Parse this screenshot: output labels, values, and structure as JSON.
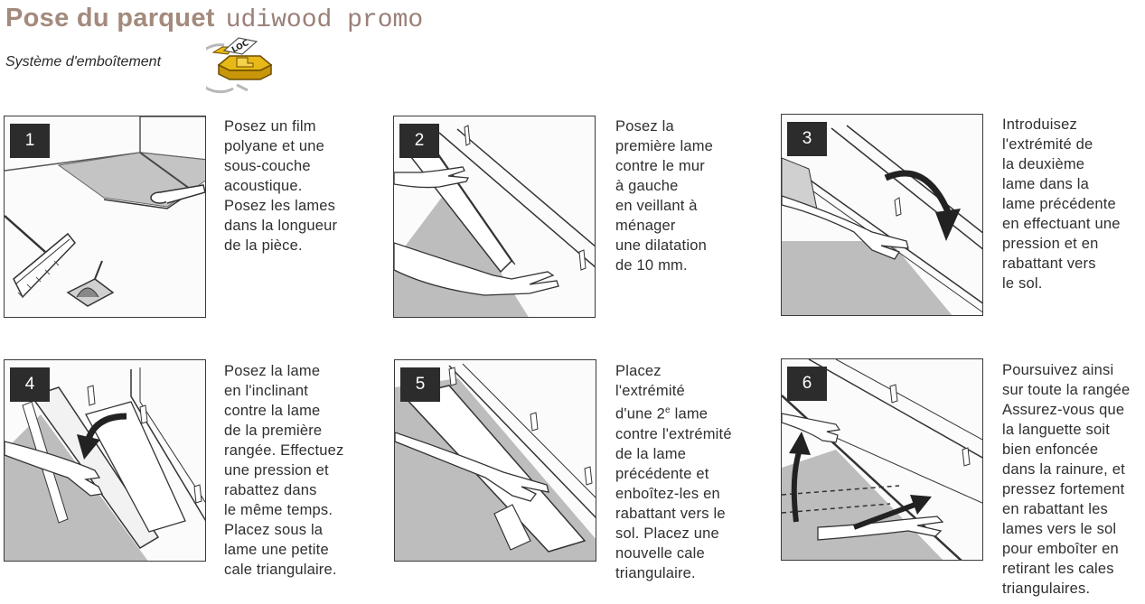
{
  "header": {
    "title_main": "Pose du parquet",
    "title_brand": "udiwood promo",
    "subtitle": "Système d'emboîtement",
    "logo_text": "LOC"
  },
  "steps": [
    {
      "number": "1",
      "lines": [
        "Posez un film",
        "polyane et une",
        "sous-couche",
        "acoustique.",
        "Posez les lames",
        "dans la longueur",
        "de la pièce."
      ]
    },
    {
      "number": "2",
      "lines": [
        "Posez la",
        "première lame",
        "contre le mur",
        "à gauche",
        "en veillant à",
        "ménager",
        "une dilatation",
        "de 10 mm."
      ]
    },
    {
      "number": "3",
      "lines": [
        "Introduisez",
        "l'extrémité de",
        "la deuxième",
        "lame dans la",
        "lame précédente",
        "en effectuant une",
        "pression et en",
        "rabattant vers",
        "le sol."
      ]
    },
    {
      "number": "4",
      "lines": [
        "Posez la lame",
        "en l'inclinant",
        "contre la lame",
        "de la première",
        "rangée. Effectuez",
        "une pression et",
        "rabattez dans",
        "le même temps.",
        "Placez sous la",
        "lame une petite",
        "cale triangulaire."
      ]
    },
    {
      "number": "5",
      "lines": [
        "Placez",
        "l'extrémité",
        "d'une 2e lame",
        "contre l'extrémité",
        "de la lame",
        "précédente et",
        "enboîtez-les en",
        "rabattant vers le",
        "sol. Placez une",
        "nouvelle cale",
        "triangulaire."
      ]
    },
    {
      "number": "6",
      "lines": [
        "Poursuivez ainsi",
        "sur toute la rangée",
        "Assurez-vous que",
        "la languette soit",
        "bien enfoncée",
        "dans la rainure, et",
        "pressez fortement",
        "en rabattant les",
        "lames vers le sol",
        "pour emboîter en",
        "retirant les cales",
        "triangulaires."
      ]
    }
  ]
}
